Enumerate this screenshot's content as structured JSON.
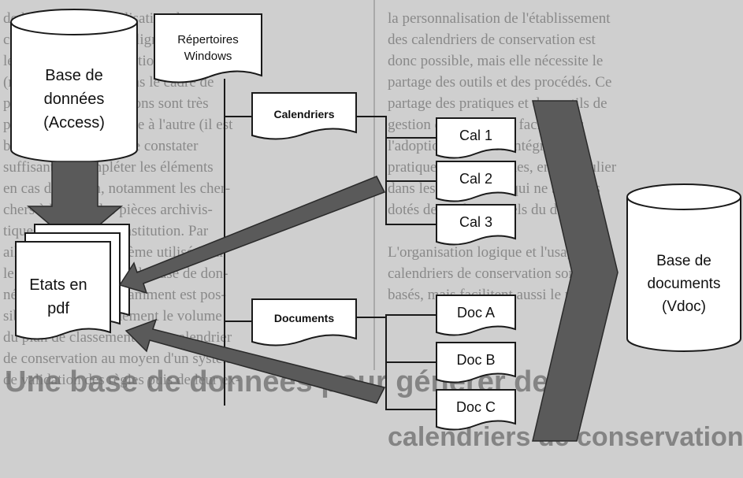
{
  "background": {
    "left_column_lines": [
      "de l'application, l'utilisation des ou-",
      "chives. Un modèle d'alignement de fo-",
      "lerdieres et d'orchestration s'appuie",
      "(ment reutilisables dans le cadre de",
      "precite), car les fonctions sont très",
      "proches d'un organisme à l'autre (il est",
      "bar ailleurs en outre de constater",
      "suffisant de compléter les éléments",
      "en cas de besoin, notamment les cher-",
      "chers à la suite des pièces archivis-",
      "tiques pour chaque institution. Par",
      "ailleurs, selon le système utilisé pour",
      "le système de gestion de base de don-",
      "nées relationnel couramment est pos-",
      "sible d'obtenir rapidement le volume",
      "du plan de classement et du calendrier",
      "de conservation au moyen d'un système",
      "de validation des règles puis de leur ex-"
    ],
    "right_column_lines": [
      "la personnalisation de l'établissement",
      "des calendriers de conservation est",
      "donc possible, mais elle nécessite le",
      "partage des outils et des procédés. Ce",
      "partage des pratiques et des outils de",
      "gestion d'archives est facilité par",
      "l'adoption de pièces intégrées et",
      "pratiques archivistiques, en particulier",
      "dans les organismes qui ne sont pas",
      "dotés de professionnels du domaine.",
      "",
      "L'organisation logique et l'usage des",
      "calendriers de conservation sont donc",
      "basés, mais facilitent aussi le partage"
    ],
    "heading_line1": "Une base de données pour générer des",
    "heading_line2": "calendriers de conservation"
  },
  "diagram": {
    "db_access": {
      "line1": "Base de",
      "line2": "données",
      "line3": "(Access)"
    },
    "repertoires": {
      "line1": "Répertoires",
      "line2": "Windows"
    },
    "calendriers": "Calendriers",
    "documents": "Documents",
    "etats": {
      "line1": "Etats en",
      "line2": "pdf"
    },
    "cal_items": [
      "Cal 1",
      "Cal 2",
      "Cal 3"
    ],
    "doc_items": [
      "Doc A",
      "Doc B",
      "Doc C"
    ],
    "base_documents": {
      "line1": "Base de",
      "line2": "documents",
      "line3": "(Vdoc)"
    }
  },
  "colors": {
    "page": "#cfcfcf",
    "shape_fill": "#ffffff",
    "stroke": "#1a1a1a",
    "arrow_fill": "#5a5a5a",
    "arrow_stroke": "#2a2a2a"
  }
}
